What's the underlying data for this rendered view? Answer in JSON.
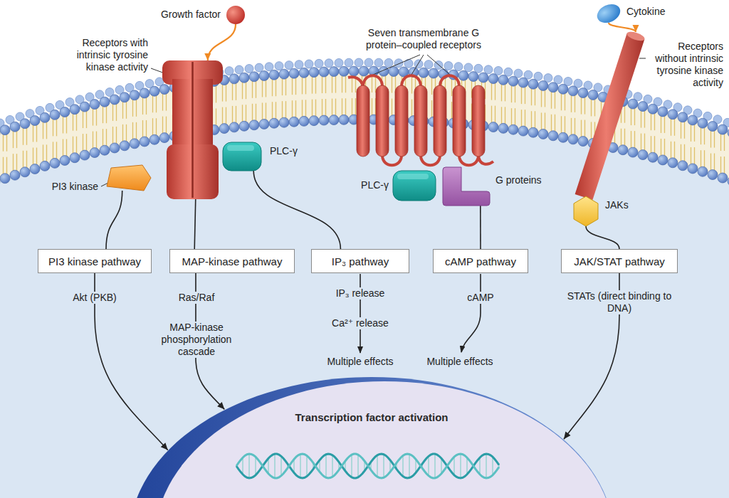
{
  "diagram": {
    "nodes": [
      {
        "text": [
          "Growth factor"
        ]
      },
      {
        "text": [
          "Receptors with intrinsic tyrosine kinase activity"
        ]
      },
      {
        "text": [
          "Seven transmembrane G protein–coupled receptors"
        ]
      },
      {
        "text": [
          "Cytokine"
        ]
      },
      {
        "text": [
          "Receptors without intrinsic tyrosine kinase activity"
        ]
      },
      {
        "text": [
          "PI3 kinase"
        ]
      },
      {
        "text": [
          "PLC-γ"
        ]
      },
      {
        "text": [
          "PLC-γ"
        ]
      },
      {
        "text": [
          "G proteins"
        ]
      },
      {
        "text": [
          "JAKs"
        ]
      },
      {
        "text": [
          "PI3 kinase pathway"
        ]
      },
      {
        "text": [
          "MAP-kinase pathway"
        ]
      },
      {
        "text": [
          "IP₃ pathway"
        ]
      },
      {
        "text": [
          "cAMP pathway"
        ]
      },
      {
        "text": [
          "JAK/STAT pathway"
        ]
      },
      {
        "text": [
          "Transcription factor activation"
        ]
      }
    ],
    "edges": [
      {
        "from": 0,
        "to": 1,
        "arrow": "to"
      },
      {
        "from": 3,
        "to": 4,
        "arrow": "to"
      },
      {
        "from": 5,
        "to": 10,
        "arrow": "none"
      },
      {
        "from": 1,
        "to": 11,
        "arrow": "none"
      },
      {
        "from": 6,
        "to": 12,
        "arrow": "none"
      },
      {
        "from": 8,
        "to": 13,
        "arrow": "none"
      },
      {
        "from": 9,
        "to": 14,
        "arrow": "none"
      },
      {
        "from": 10,
        "to": 15,
        "label": "Akt (PKB)",
        "arrow": "to"
      },
      {
        "from": 11,
        "to": 15,
        "label": "Ras/Raf",
        "arrow": "to"
      },
      {
        "from": 14,
        "to": 15,
        "label": "STATs (direct binding to DNA)",
        "arrow": "to"
      }
    ],
    "labels": [
      "MAP-kinase phosphorylation cascade",
      "IP₃ release",
      "Ca²⁺ release",
      "Multiple effects",
      "cAMP",
      "Multiple effects"
    ]
  }
}
